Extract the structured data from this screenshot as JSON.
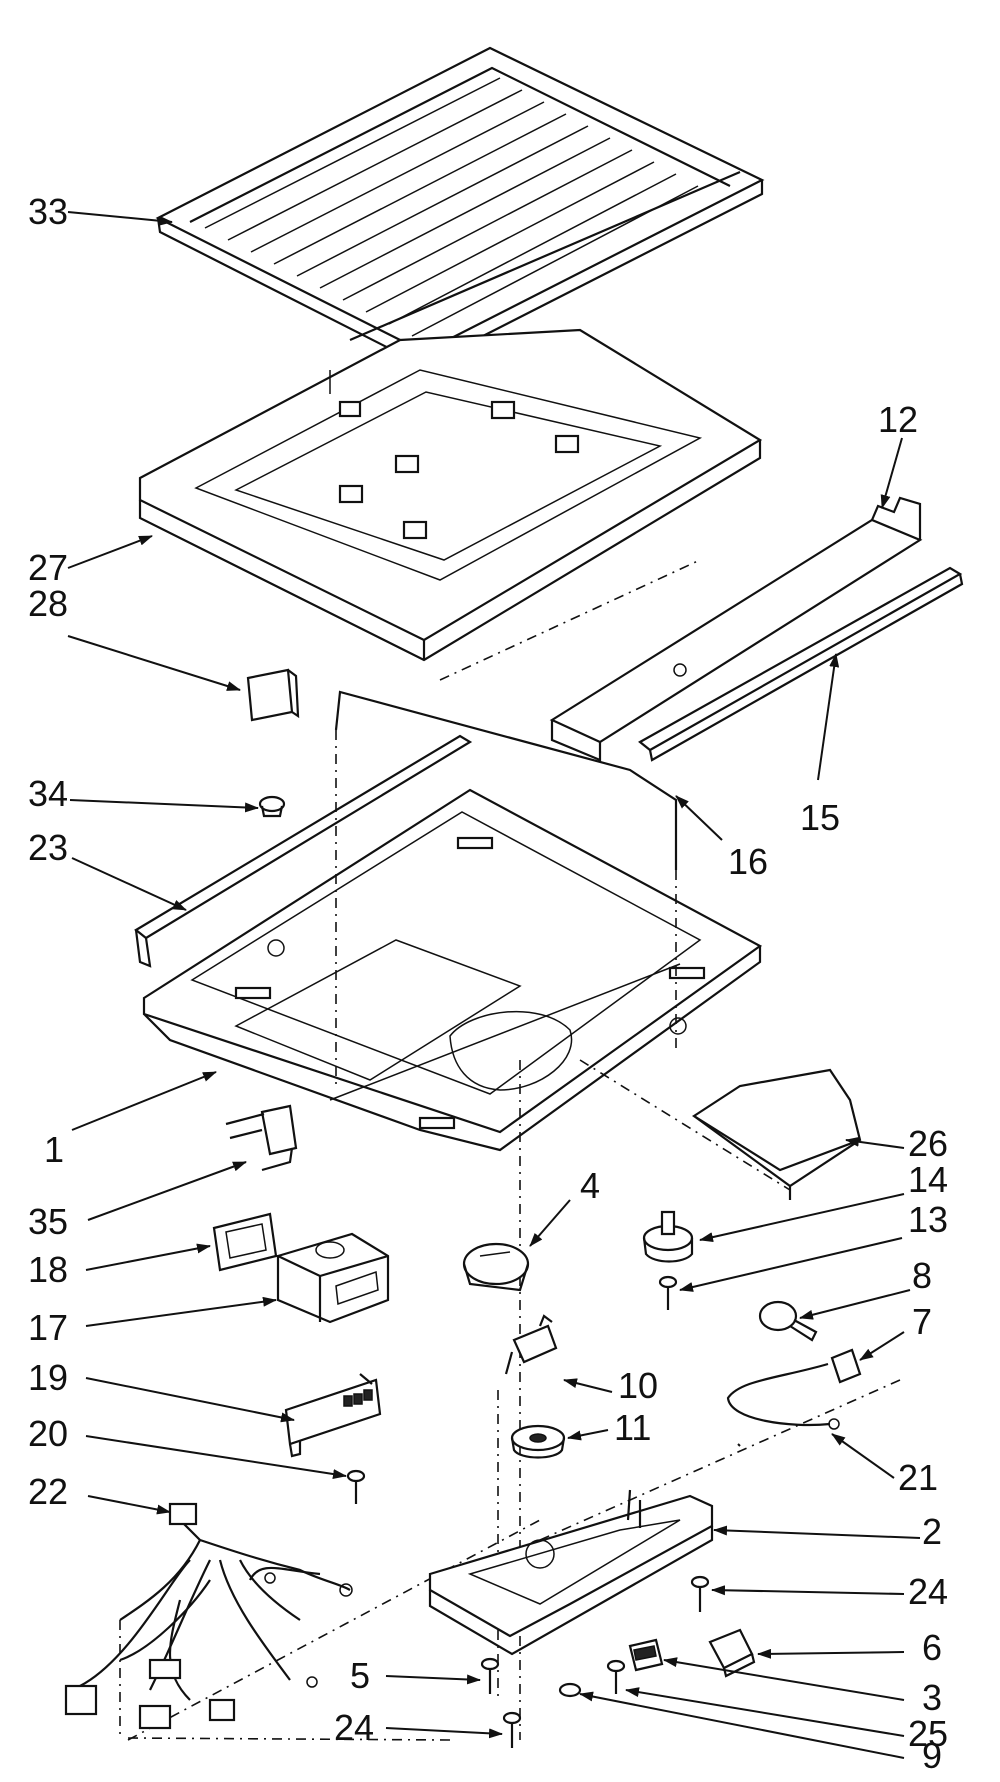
{
  "diagram": {
    "callouts": {
      "c33": "33",
      "c12": "12",
      "c27": "27",
      "c28": "28",
      "c15": "15",
      "c34": "34",
      "c16": "16",
      "c23": "23",
      "c26": "26",
      "c1": "1",
      "c4": "4",
      "c14": "14",
      "c35": "35",
      "c13": "13",
      "c18": "18",
      "c8": "8",
      "c17": "17",
      "c7": "7",
      "c10": "10",
      "c19": "19",
      "c11": "11",
      "c20": "20",
      "c21": "21",
      "c22": "22",
      "c2": "2",
      "c24a": "24",
      "c6": "6",
      "c3": "3",
      "c5": "5",
      "c25": "25",
      "c24b": "24",
      "c9": "9"
    }
  }
}
